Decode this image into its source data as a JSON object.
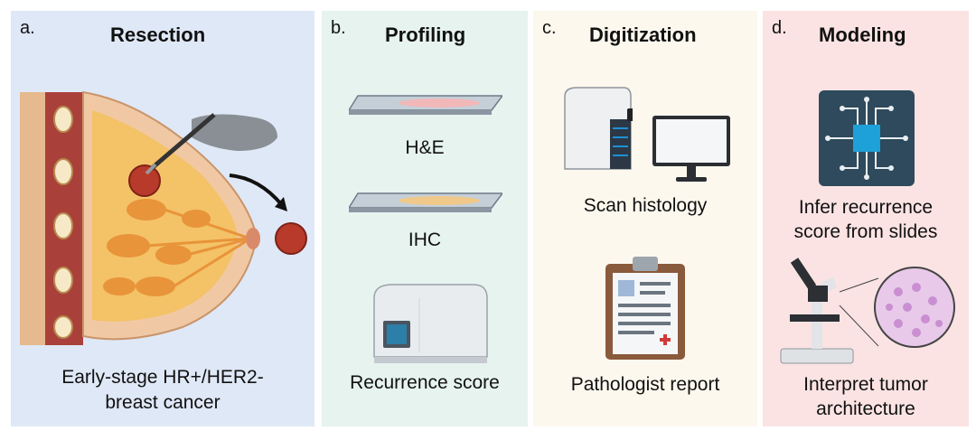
{
  "panels": {
    "a": {
      "letter": "a.",
      "title": "Resection",
      "caption_line1": "Early-stage HR+/HER2-",
      "caption_line2": "breast cancer"
    },
    "b": {
      "letter": "b.",
      "title": "Profiling",
      "caption_he": "H&E",
      "caption_ihc": "IHC",
      "caption_score": "Recurrence score"
    },
    "c": {
      "letter": "c.",
      "title": "Digitization",
      "caption_scan": "Scan histology",
      "caption_report": "Pathologist report"
    },
    "d": {
      "letter": "d.",
      "title": "Modeling",
      "caption_infer_line1": "Infer recurrence",
      "caption_infer_line2": "score from slides",
      "caption_interpret_line1": "Interpret tumor",
      "caption_interpret_line2": "architecture"
    }
  },
  "colors": {
    "panel_a_bg": "#dfe8f6",
    "panel_b_bg": "#e6f3ef",
    "panel_c_bg": "#fdf8ee",
    "panel_d_bg": "#fbe3e3",
    "tumor": "#b83a2a",
    "tissue_fat": "#f4c267",
    "chip_blue": "#1ea0d8"
  },
  "icons": [
    "scalpel-hand-icon",
    "tumor-icon",
    "arrow-icon",
    "slide-icon",
    "sequencer-icon",
    "scanner-icon",
    "monitor-icon",
    "clipboard-report-icon",
    "circuit-chip-icon",
    "microscope-icon",
    "cells-magnified-icon"
  ]
}
